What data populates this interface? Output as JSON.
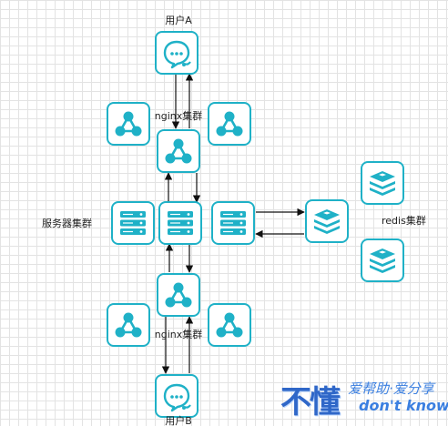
{
  "labels": {
    "user_top": "用户A",
    "nginx_top": "nginx集群",
    "servers": "服务器集群",
    "redis": "redis集群",
    "nginx_bottom": "nginx集群",
    "user_bottom": "用户B"
  },
  "watermark": {
    "mark": "不懂",
    "line1": "爱帮助·爱分享",
    "line2": "don't know"
  },
  "icons": {
    "user": "chat-headset-icon",
    "nginx": "cluster-network-icon",
    "server": "server-rack-icon",
    "redis": "redis-stack-icon"
  },
  "colors": {
    "accent": "#1fb1c7",
    "edge": "#111111",
    "watermark": "#2f67c8"
  }
}
